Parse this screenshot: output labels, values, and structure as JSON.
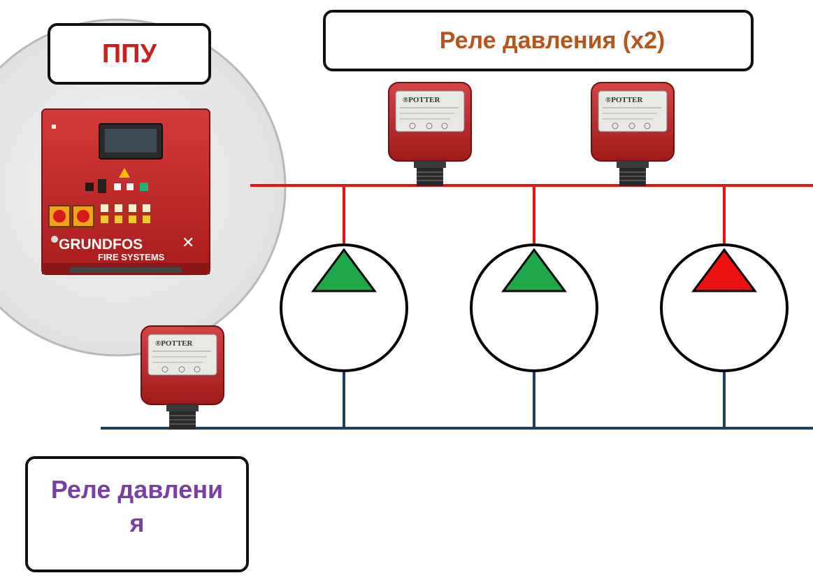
{
  "labels": {
    "ppu": "ППУ",
    "relay_pair": "Реле давления (x2)",
    "relay_single": "Реле давлени я"
  },
  "cabinet": {
    "brand": "GRUNDFOS",
    "subtitle": "FIRE SYSTEMS"
  },
  "pressure_switch": {
    "brand": "POTTER"
  },
  "pumps": [
    {
      "status_color": "#1fa84a"
    },
    {
      "status_color": "#1fa84a"
    },
    {
      "status_color": "#ee1111"
    }
  ],
  "colors": {
    "discharge_line": "#ee1111",
    "suction_line": "#1b3f66",
    "cabinet_body": "#cf2a2a",
    "relay_body": "#c62828"
  }
}
